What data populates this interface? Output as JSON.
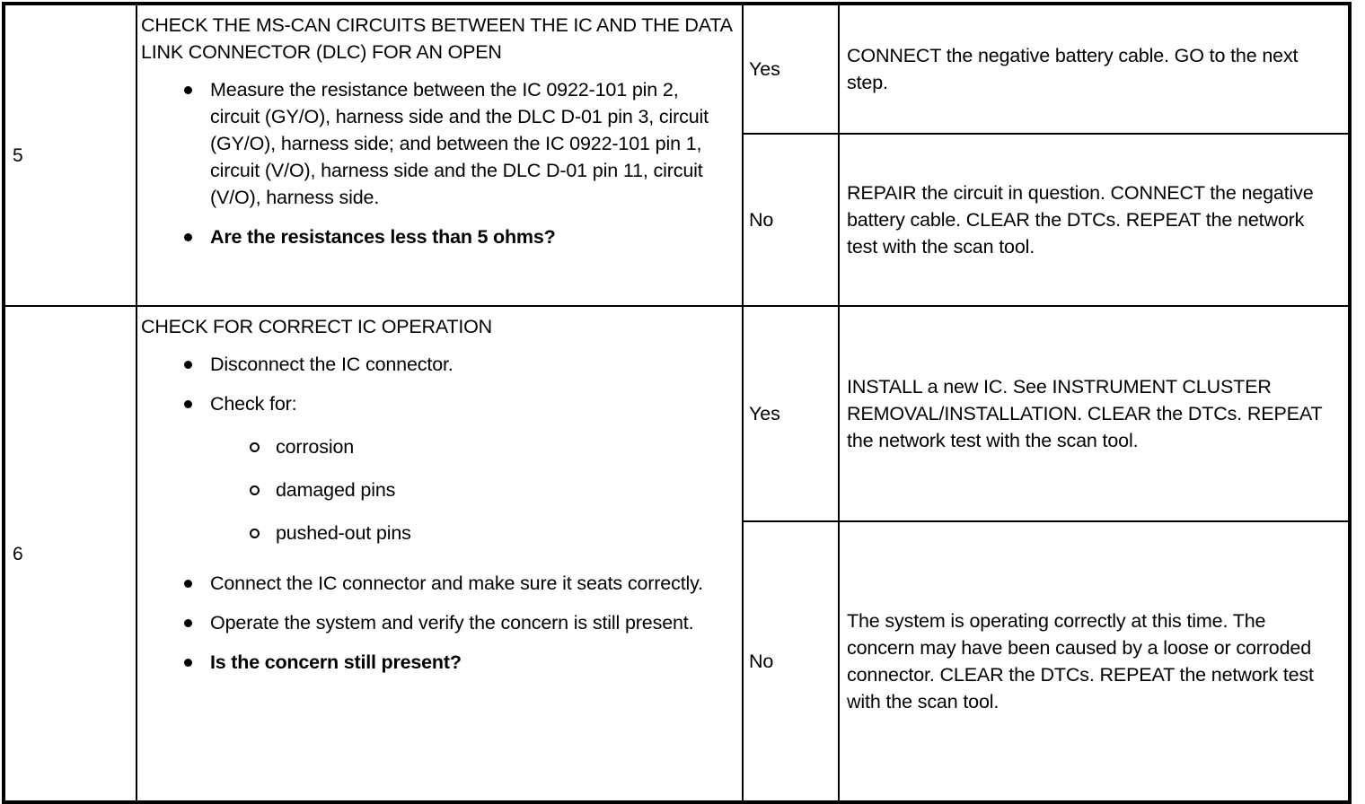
{
  "document": {
    "kind": "diagnostic-pinpoint-test-table",
    "columns": [
      "step",
      "action-to-perform",
      "yes-no",
      "result-action"
    ]
  },
  "rows": [
    {
      "step": "5",
      "action": {
        "title": "CHECK THE MS-CAN CIRCUITS BETWEEN THE IC AND THE DATA LINK CONNECTOR (DLC) FOR AN OPEN",
        "bullets": [
          {
            "text": "Measure the resistance between the IC 0922-101 pin 2, circuit (GY/O), harness side and the DLC D-01 pin 3, circuit (GY/O), harness side; and between the IC 0922-101 pin 1, circuit (V/O), harness side and the DLC D-01 pin 11, circuit (V/O), harness side.",
            "bold": false,
            "sub": []
          },
          {
            "text": "Are the resistances less than 5 ohms?",
            "bold": true,
            "sub": []
          }
        ]
      },
      "branches": [
        {
          "label": "Yes",
          "result": "CONNECT the negative battery cable. GO to the next step."
        },
        {
          "label": "No",
          "result": "REPAIR the circuit in question. CONNECT the negative battery cable. CLEAR the DTCs. REPEAT the network test with the scan tool."
        }
      ]
    },
    {
      "step": "6",
      "action": {
        "title": "CHECK FOR CORRECT IC OPERATION",
        "bullets": [
          {
            "text": "Disconnect the IC connector.",
            "bold": false,
            "sub": []
          },
          {
            "text": "Check for:",
            "bold": false,
            "sub": [
              "corrosion",
              "damaged pins",
              "pushed-out pins"
            ]
          },
          {
            "text": "Connect the IC connector and make sure it seats correctly.",
            "bold": false,
            "sub": []
          },
          {
            "text": "Operate the system and verify the concern is still present.",
            "bold": false,
            "sub": []
          },
          {
            "text": "Is the concern still present?",
            "bold": true,
            "sub": []
          }
        ]
      },
      "branches": [
        {
          "label": "Yes",
          "result": "INSTALL a new IC. See INSTRUMENT CLUSTER REMOVAL/INSTALLATION. CLEAR the DTCs. REPEAT the network test with the scan tool."
        },
        {
          "label": "No",
          "result": "The system is operating correctly at this time. The concern may have been caused by a loose or corroded connector. CLEAR the DTCs. REPEAT the network test with the scan tool."
        }
      ]
    }
  ]
}
